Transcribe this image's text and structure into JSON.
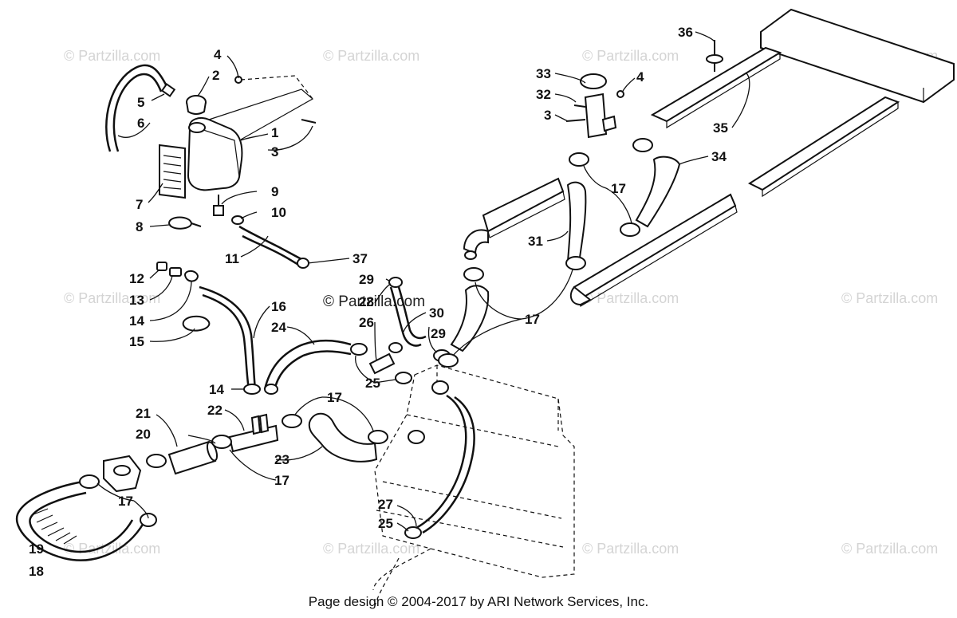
{
  "watermarks": {
    "text": "© Partzilla.com",
    "center_text": "© Partzilla.com"
  },
  "callouts": {
    "c1": "1",
    "c2": "2",
    "c3a": "3",
    "c3b": "3",
    "c4a": "4",
    "c4b": "4",
    "c5": "5",
    "c6": "6",
    "c7": "7",
    "c8": "8",
    "c9": "9",
    "c10": "10",
    "c11": "11",
    "c12": "12",
    "c13": "13",
    "c14a": "14",
    "c14b": "14",
    "c15": "15",
    "c16": "16",
    "c17a": "17",
    "c17b": "17",
    "c17c": "17",
    "c17d": "17",
    "c17e": "17",
    "c18": "18",
    "c19": "19",
    "c20": "20",
    "c21": "21",
    "c22": "22",
    "c23": "23",
    "c24": "24",
    "c25a": "25",
    "c25b": "25",
    "c26": "26",
    "c27": "27",
    "c28": "28",
    "c29a": "29",
    "c29b": "29",
    "c30": "30",
    "c31": "31",
    "c32": "32",
    "c33": "33",
    "c34": "34",
    "c35": "35",
    "c36": "36",
    "c37": "37"
  },
  "footer": {
    "text": "Page design © 2004-2017 by ARI Network Services, Inc."
  }
}
